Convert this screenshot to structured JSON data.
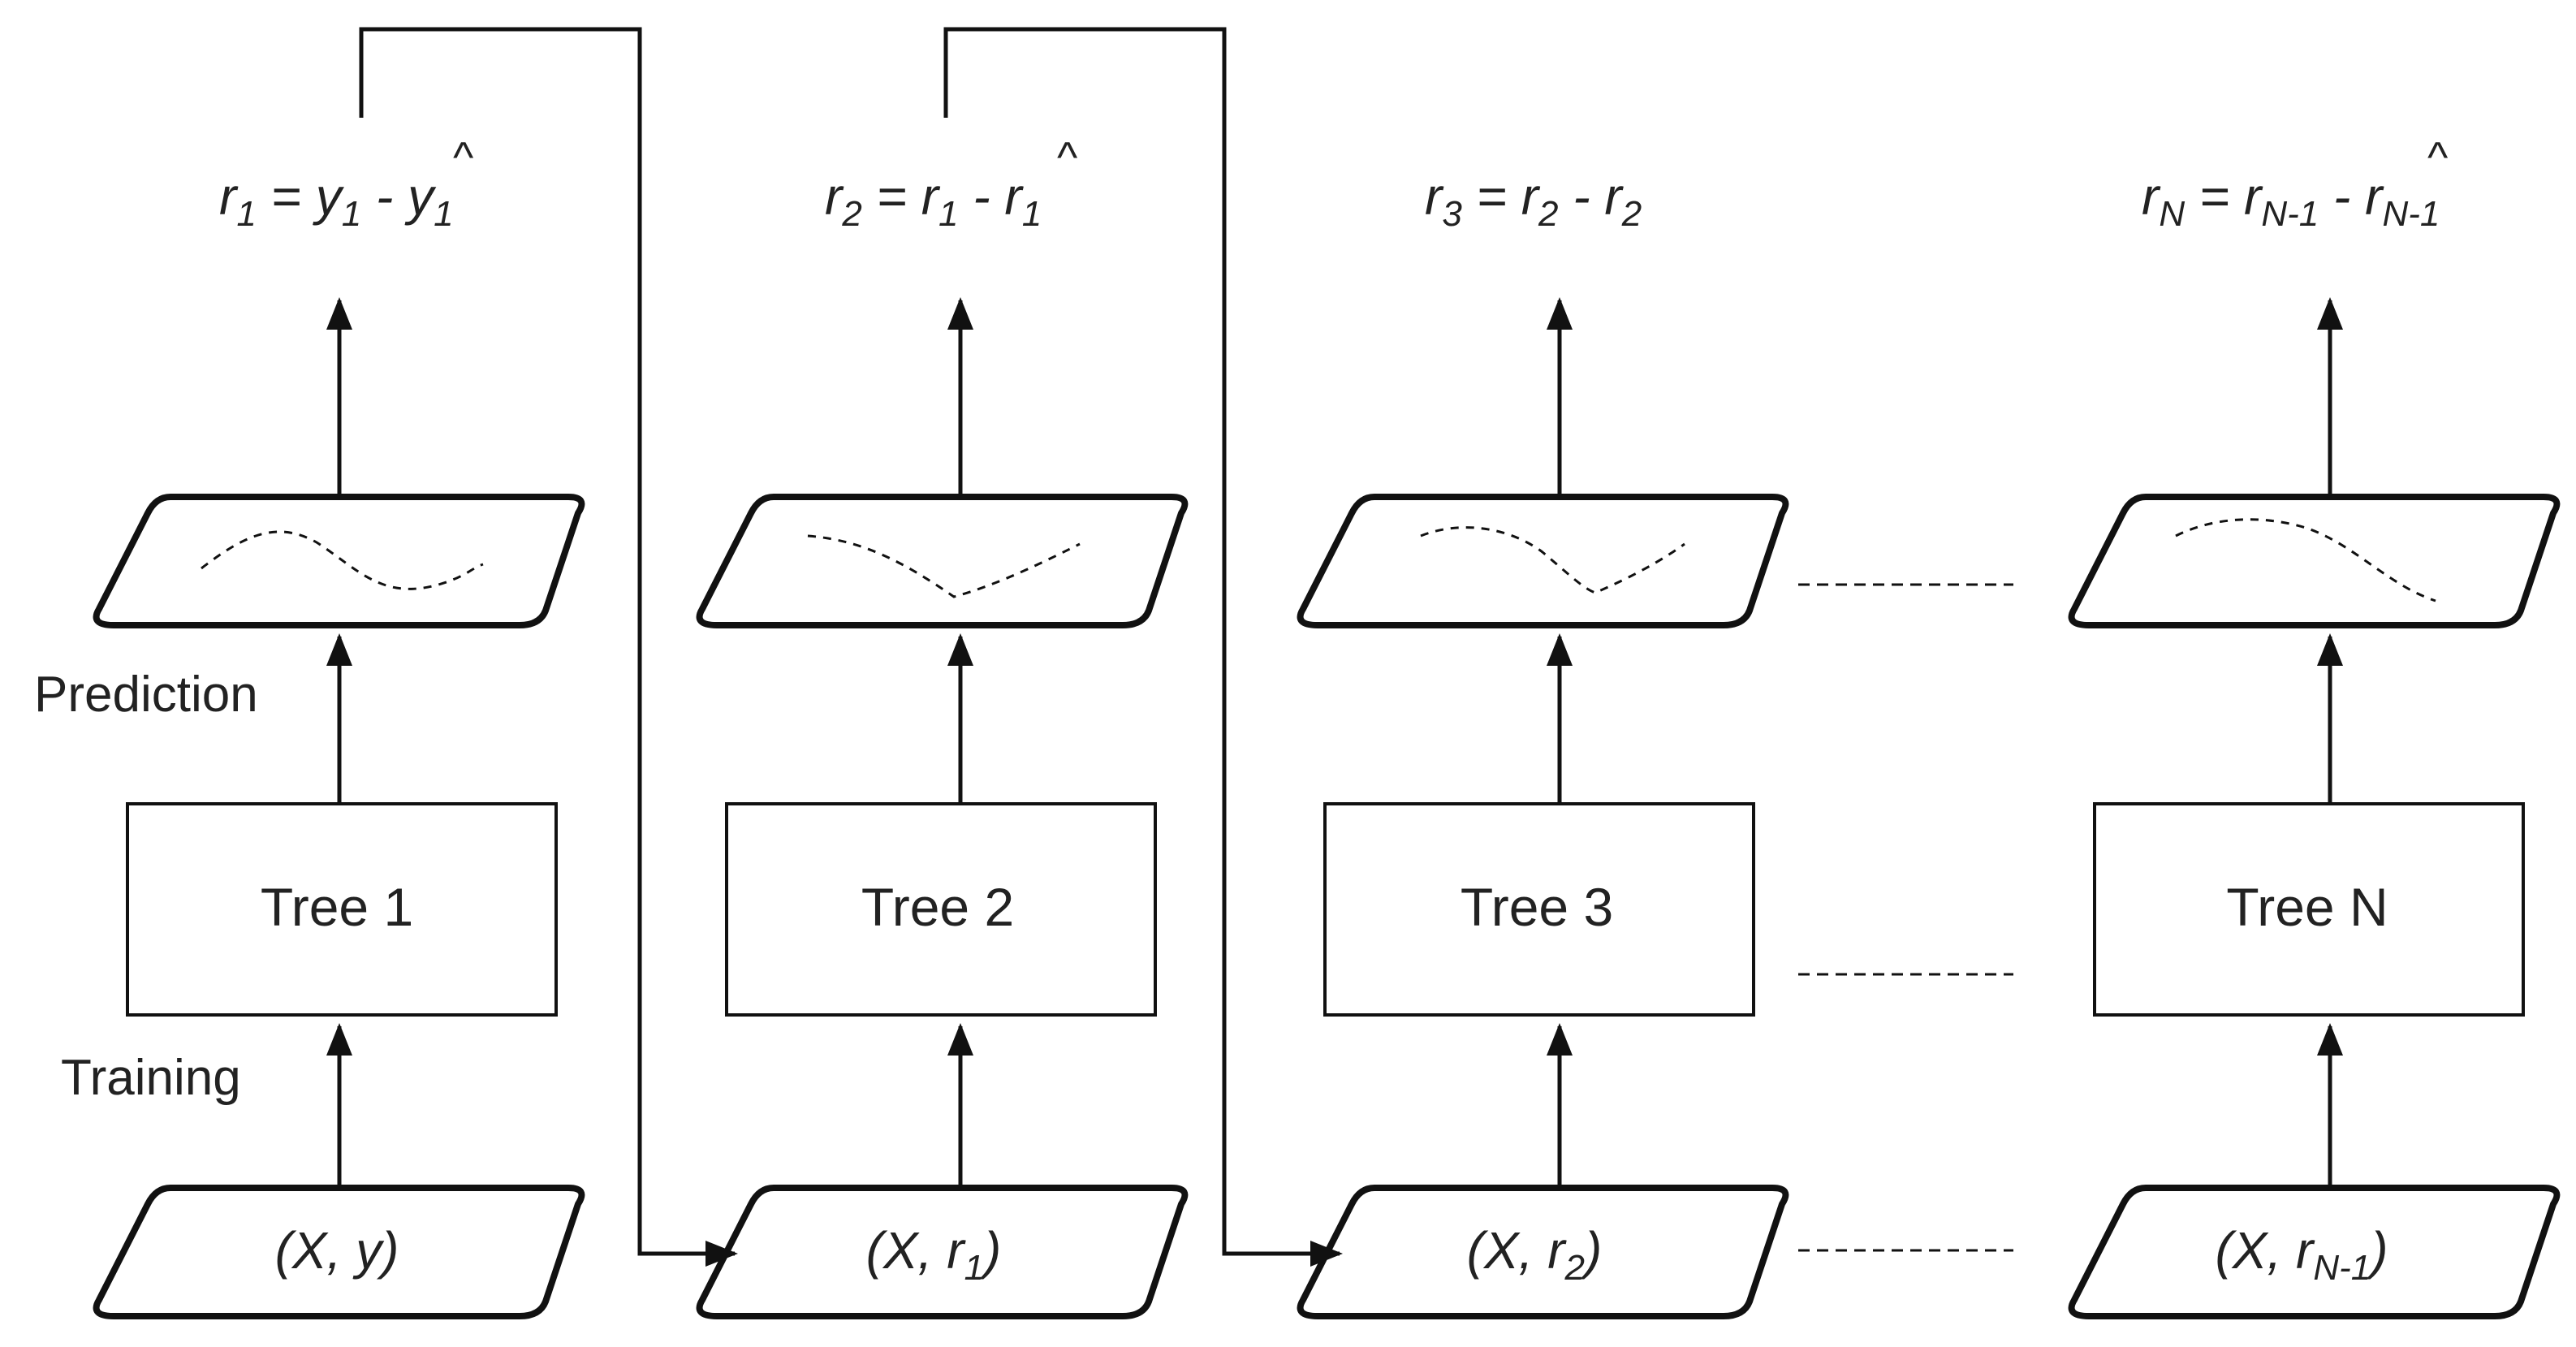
{
  "labels": {
    "prediction": "Prediction",
    "training": "Training"
  },
  "trees": [
    {
      "label": "Tree 1"
    },
    {
      "label": "Tree 2"
    },
    {
      "label": "Tree 3"
    },
    {
      "label": "Tree N"
    }
  ],
  "inputs": [
    {
      "pre": "(X, y)",
      "sub": "",
      "post": ""
    },
    {
      "pre": "(X, r",
      "sub": "1",
      "post": ")"
    },
    {
      "pre": "(X, r",
      "sub": "2",
      "post": ")"
    },
    {
      "pre": "(X, r",
      "sub": "N-1",
      "post": ")"
    }
  ],
  "residuals": [
    {
      "lhs": "r",
      "lhs_sub": "1",
      "eq": " = ",
      "a": "y",
      "a_sub": "1",
      "minus": " - ",
      "b": "y",
      "b_sub": "1",
      "hat": "^"
    },
    {
      "lhs": "r",
      "lhs_sub": "2",
      "eq": " = ",
      "a": "r",
      "a_sub": "1",
      "minus": " - ",
      "b": "r",
      "b_sub": "1",
      "hat": "^"
    },
    {
      "lhs": "r",
      "lhs_sub": "3",
      "eq": " = ",
      "a": "r",
      "a_sub": "2",
      "minus": " - ",
      "b": "r",
      "b_sub": "2",
      "hat": "^"
    },
    {
      "lhs": "r",
      "lhs_sub": "N",
      "eq": " = ",
      "a": "r",
      "a_sub": "N-1",
      "minus": " - ",
      "b": "r",
      "b_sub": "N-1",
      "hat": "^"
    }
  ],
  "colors": {
    "stroke": "#111111",
    "text": "#222222"
  }
}
